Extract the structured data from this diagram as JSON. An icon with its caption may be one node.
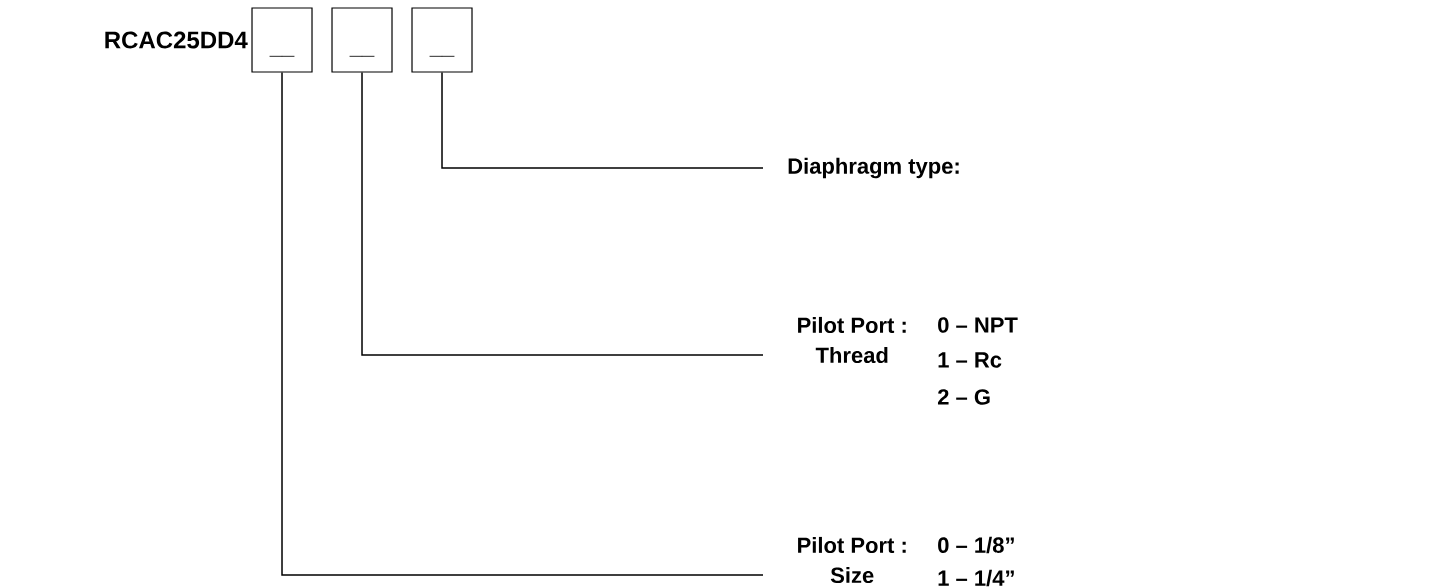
{
  "diagram": {
    "nodes": [
      {
        "text": [
          "__"
        ]
      },
      {
        "text": [
          "__"
        ]
      },
      {
        "text": [
          "__"
        ]
      },
      {
        "text": [
          "Diaphragm type:"
        ]
      },
      {
        "text": [
          "Pilot Port : Thread"
        ],
        "beside": [
          "0 – NPT",
          "1 – Rc",
          "2 – G"
        ]
      },
      {
        "text": [
          "Pilot Port : Size"
        ],
        "beside": [
          "0 – 1/8”",
          "1 – 1/4”"
        ]
      }
    ],
    "edges": [
      {
        "from": 2,
        "to": 3,
        "arrow": "none"
      },
      {
        "from": 1,
        "to": 4,
        "arrow": "none"
      },
      {
        "from": 0,
        "to": 5,
        "arrow": "none"
      }
    ],
    "labels": [
      "RCAC25DD4"
    ]
  }
}
